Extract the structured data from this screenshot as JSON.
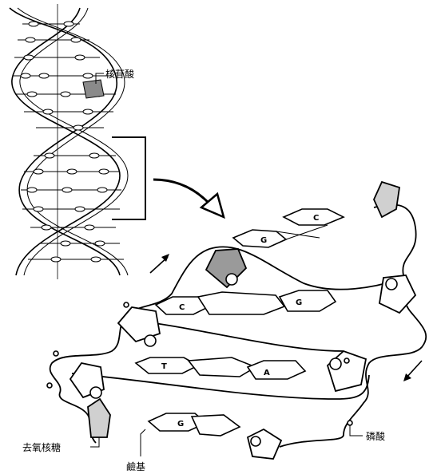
{
  "labels": {
    "nucleotide": "核苷酸",
    "deoxyribose": "去氧核糖",
    "base": "鹼基",
    "phosphate": "磷酸"
  },
  "base_pairs": [
    {
      "left": "",
      "right": "C"
    },
    {
      "left": "G",
      "right": ""
    },
    {
      "left": "C",
      "right": "G"
    },
    {
      "left": "T",
      "right": "A"
    },
    {
      "left": "G",
      "right": ""
    }
  ],
  "colors": {
    "ink": "#000000",
    "sugar_fill": "#9a9a9a",
    "background": "#ffffff"
  }
}
